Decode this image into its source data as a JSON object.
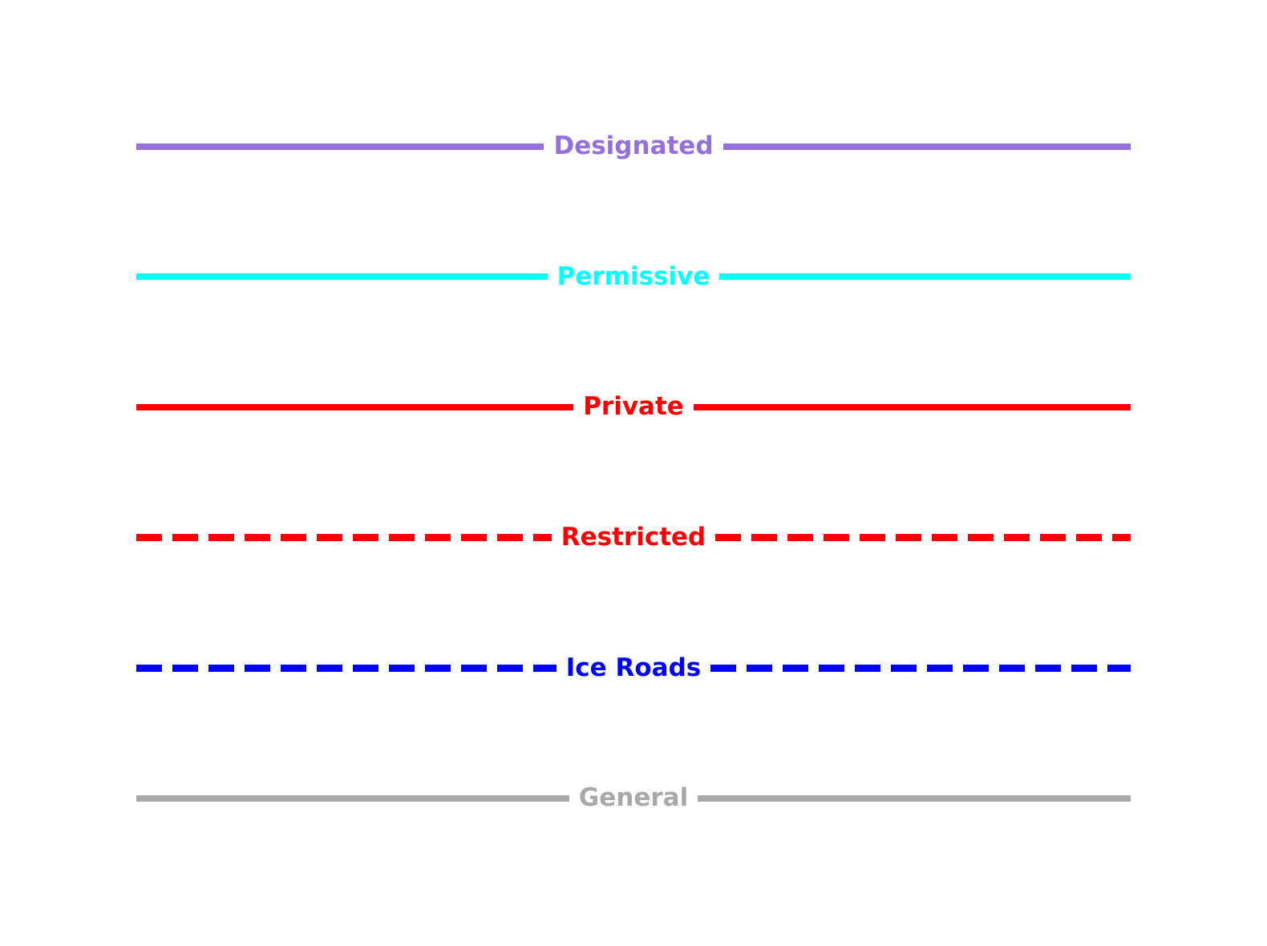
{
  "figure": {
    "background_color": "#ffffff",
    "line_color_purple": "#9370DB",
    "line_color_cyan": "#00FFFF",
    "line_color_red": "#FF0000",
    "line_color_blue": "#0000FF",
    "line_color_gray": "#A9A9A9"
  },
  "chart_data": {
    "type": "line",
    "title": "",
    "xlabel": "",
    "ylabel": "",
    "grid": false,
    "description": "Legend key of road access line styles, each drawn as a horizontal line with its centered label",
    "legend_entries": [
      {
        "label": "Designated",
        "color": "#9370DB",
        "linestyle": "solid",
        "linewidth": 8
      },
      {
        "label": "Permissive",
        "color": "#00FFFF",
        "linestyle": "solid",
        "linewidth": 8
      },
      {
        "label": "Private",
        "color": "#FF0000",
        "linestyle": "solid",
        "linewidth": 8
      },
      {
        "label": "Restricted",
        "color": "#FF0000",
        "linestyle": "dashed",
        "linewidth": 9
      },
      {
        "label": "Ice Roads",
        "color": "#0000FF",
        "linestyle": "dashed",
        "linewidth": 9
      },
      {
        "label": "General",
        "color": "#A9A9A9",
        "linestyle": "solid",
        "linewidth": 8
      }
    ]
  }
}
